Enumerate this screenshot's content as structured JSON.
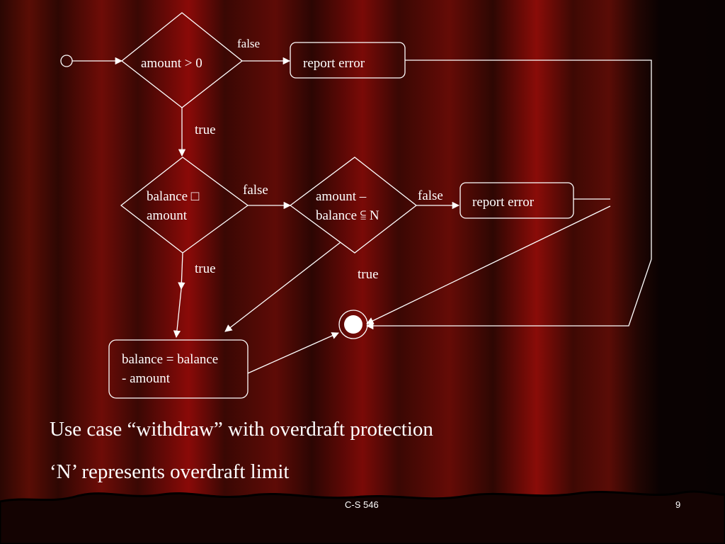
{
  "diagram": {
    "decision_1": "amount > 0",
    "decision_2_line1": "balance □",
    "decision_2_line2": "amount",
    "decision_3_line1": "amount –",
    "decision_3_line2": "balance ⫅ N",
    "action_error_1": "report error",
    "action_error_2": "report error",
    "action_withdraw_line1": "balance = balance",
    "action_withdraw_line2": "- amount",
    "label_false_1": "false",
    "label_true_1": "true",
    "label_false_2": "false",
    "label_true_2": "true",
    "label_false_3": "false",
    "label_true_3": "true"
  },
  "captions": {
    "line1": "Use case “withdraw” with  overdraft protection",
    "line2": "‘N’ represents overdraft limit"
  },
  "footer": {
    "center": "C-S 546",
    "page": "9"
  },
  "colors": {
    "curtain_red": "#8a0a08",
    "curtain_dark": "#2a0703",
    "line": "#ffffff"
  }
}
